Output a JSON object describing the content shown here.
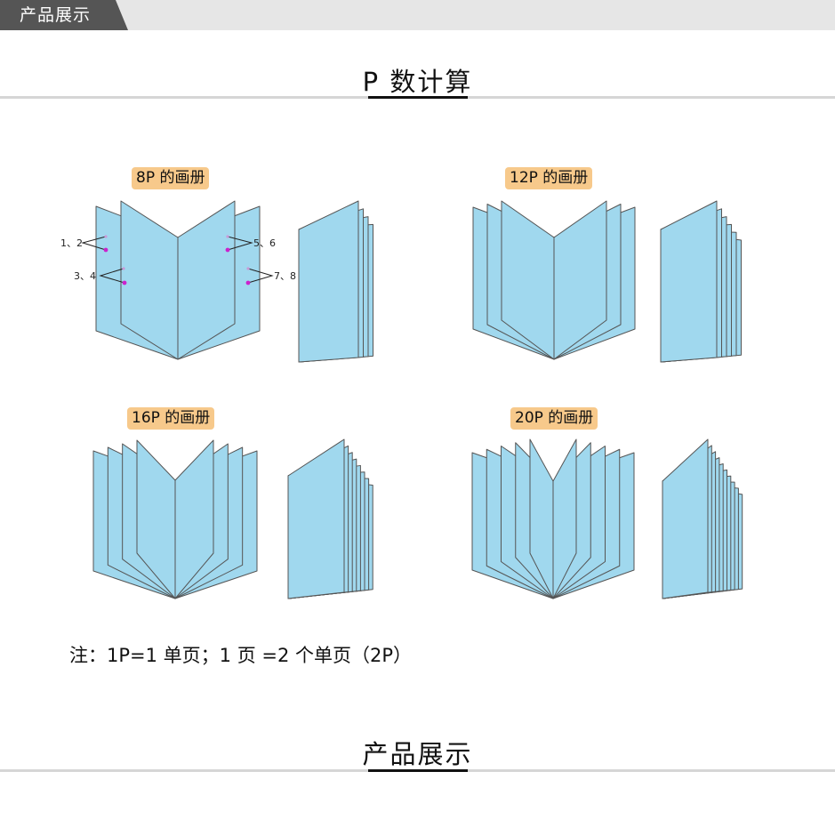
{
  "header": {
    "tab_label": "产品展示"
  },
  "section_pcount": {
    "title": "P 数计算"
  },
  "diagrams": [
    {
      "caption": "8P 的画册"
    },
    {
      "caption": "12P 的画册"
    },
    {
      "caption": "16P 的画册"
    },
    {
      "caption": "20P 的画册"
    }
  ],
  "page_labels": {
    "l12": "1、2",
    "l34": "3、4",
    "l56": "5、6",
    "l78": "7、8"
  },
  "note": "注：1P=1 单页；1 页 =2 个单页（2P）",
  "section_showcase": {
    "title": "产品展示"
  },
  "colors": {
    "page_fill": "#a0d8ee",
    "page_stroke": "#555555",
    "caption_bg": "#f7c98b",
    "tab_bg": "#555555",
    "dot": "#cc22cc"
  }
}
